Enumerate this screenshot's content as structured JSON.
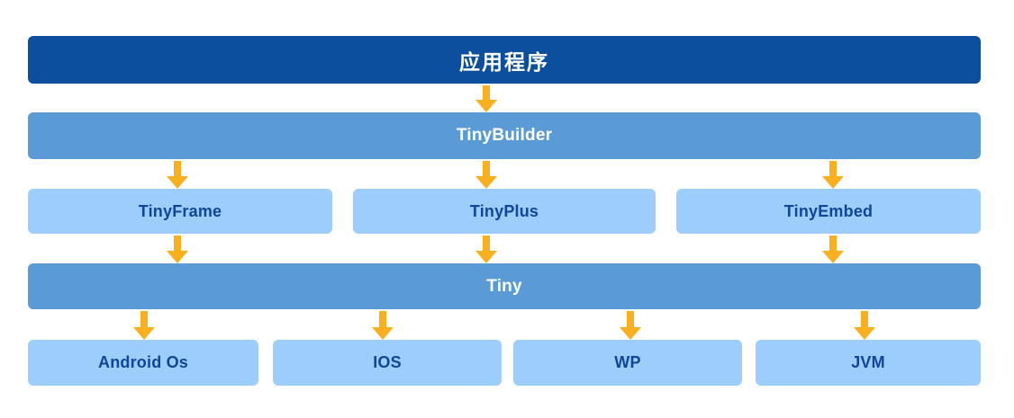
{
  "diagram": {
    "title_row": {
      "label": "应用程序",
      "color": "#0B4F9E",
      "text_color": "#FFFFFF"
    },
    "builder_row": {
      "label": "TinyBuilder",
      "color": "#5B9BD5",
      "text_color": "#FFFFFF"
    },
    "modules_row": {
      "items": [
        {
          "label": "TinyFrame"
        },
        {
          "label": "TinyPlus"
        },
        {
          "label": "TinyEmbed"
        }
      ],
      "color": "#9DCDFA",
      "text_color": "#10469A"
    },
    "core_row": {
      "label": "Tiny",
      "color": "#5B9BD5",
      "text_color": "#FFFFFF"
    },
    "platforms_row": {
      "items": [
        {
          "label": "Android Os"
        },
        {
          "label": "IOS"
        },
        {
          "label": "WP"
        },
        {
          "label": "JVM"
        }
      ],
      "color": "#9DCDFA",
      "text_color": "#10469A"
    },
    "connectors": {
      "arrow_color": "#FAAF1E",
      "app_to_builder": [
        {
          "name": "arrow-app-to-builder"
        }
      ],
      "builder_to_modules": [
        {
          "name": "arrow-builder-to-tinyframe"
        },
        {
          "name": "arrow-builder-to-tinyplus"
        },
        {
          "name": "arrow-builder-to-tinyembed"
        }
      ],
      "modules_to_core": [
        {
          "name": "arrow-tinyframe-to-tiny"
        },
        {
          "name": "arrow-tinyplus-to-tiny"
        },
        {
          "name": "arrow-tinyembed-to-tiny"
        }
      ],
      "core_to_platforms": [
        {
          "name": "arrow-tiny-to-android"
        },
        {
          "name": "arrow-tiny-to-ios"
        },
        {
          "name": "arrow-tiny-to-wp"
        },
        {
          "name": "arrow-tiny-to-jvm"
        }
      ]
    }
  }
}
